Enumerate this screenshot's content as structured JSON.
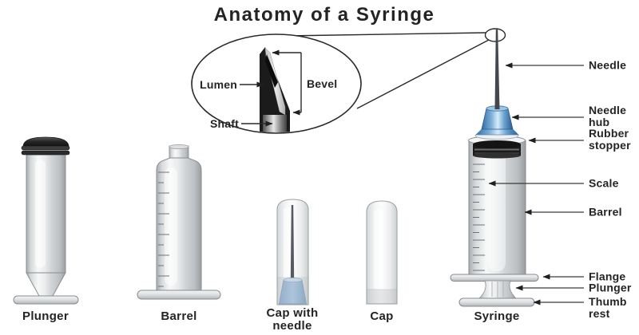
{
  "title": "Anatomy of a Syringe",
  "inset": {
    "lumen": "Lumen",
    "bevel": "Bevel",
    "shaft": "Shaft"
  },
  "figure_labels": {
    "plunger": "Plunger",
    "barrel": "Barrel",
    "cap_with_needle_1": "Cap with",
    "cap_with_needle_2": "needle",
    "cap": "Cap",
    "syringe": "Syringe"
  },
  "callouts": {
    "needle": "Needle",
    "needle_hub_1": "Needle",
    "needle_hub_2": "hub",
    "rubber_stopper_1": "Rubber",
    "rubber_stopper_2": "stopper",
    "scale": "Scale",
    "barrel": "Barrel",
    "flange": "Flange",
    "plunger": "Plunger",
    "thumb_rest_1": "Thumb",
    "thumb_rest_2": "rest"
  },
  "colors": {
    "background": "#ffffff",
    "ink": "#242424",
    "hub_blue_dark": "#2f6da6",
    "hub_blue_mid": "#7fb1d8",
    "hub_blue_light": "#d6ecf9",
    "cap_hub_blue": "#a9c9e6",
    "stopper_black": "#1b1b1b",
    "body_gray_light": "#f3f4f5",
    "body_gray_dark": "#a9adb0"
  }
}
